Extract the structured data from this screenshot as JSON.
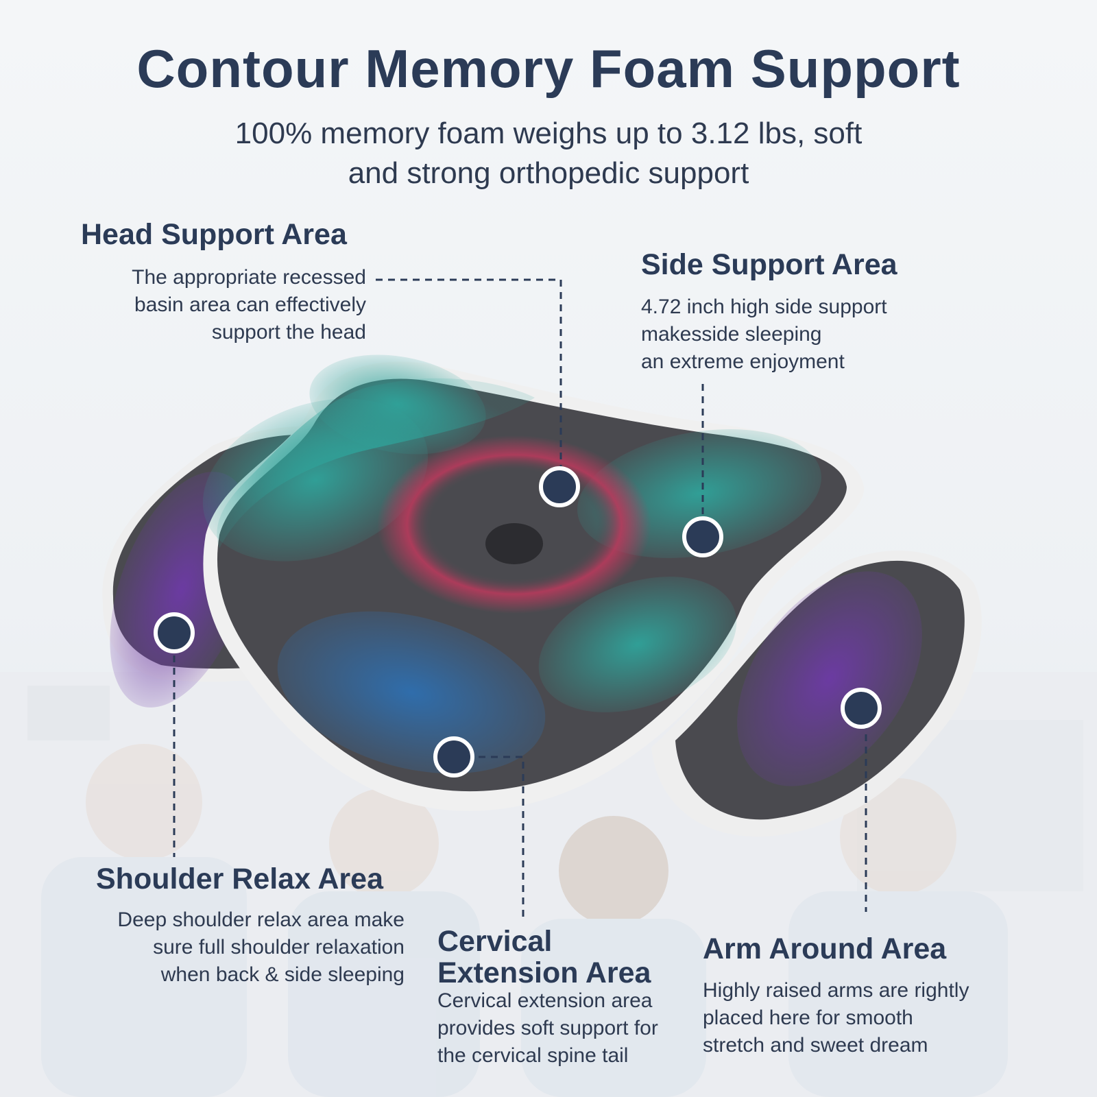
{
  "header": {
    "title": "Contour Memory Foam Support",
    "subtitle_line1": "100% memory foam weighs up to 3.12 lbs, soft",
    "subtitle_line2": "and strong orthopedic support"
  },
  "areas": {
    "head": {
      "title": "Head Support Area",
      "lines": [
        "The appropriate recessed",
        "basin area can effectively",
        "support the head"
      ]
    },
    "side": {
      "title": "Side Support Area",
      "lines": [
        "4.72 inch high side support",
        "makesside sleeping",
        "an extreme enjoyment"
      ]
    },
    "shoulder": {
      "title": "Shoulder Relax Area",
      "lines": [
        "Deep shoulder relax area make",
        "sure full shoulder relaxation",
        "when back & side sleeping"
      ]
    },
    "cervical": {
      "title_line1": "Cervical",
      "title_line2": "Extension Area",
      "lines": [
        "Cervical extension area",
        "provides soft support for",
        "the cervical spine tail"
      ]
    },
    "arm": {
      "title": "Arm Around Area",
      "lines": [
        "Highly raised arms are rightly",
        "placed here for smooth",
        "stretch and sweet dream"
      ]
    }
  },
  "colors": {
    "title": "#2b3b57",
    "marker": "#2b3b57",
    "pillow": "#4a4a4f",
    "teal_zone": "#2fa39a",
    "red_zone": "#b73a5c",
    "purple_zone": "#6d3aa6",
    "blue_zone": "#2e6fb0",
    "pillow_edge": "#eeeeee"
  }
}
